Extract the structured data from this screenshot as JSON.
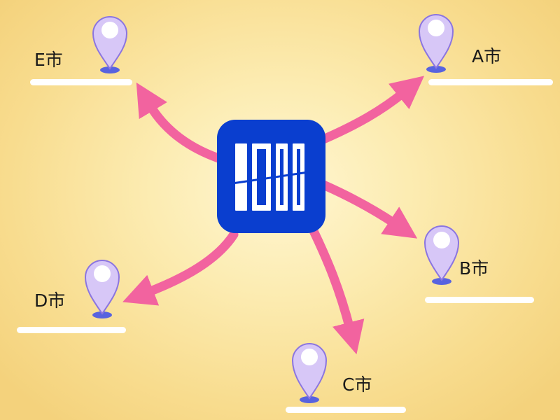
{
  "center": {
    "icon": "cash-register-icon",
    "colors": {
      "tile": "#0a3ecf",
      "strokes": "#ffffff"
    }
  },
  "cities": [
    {
      "id": "a",
      "label": "A市"
    },
    {
      "id": "b",
      "label": "B市"
    },
    {
      "id": "c",
      "label": "C市"
    },
    {
      "id": "d",
      "label": "D市"
    },
    {
      "id": "e",
      "label": "E市"
    }
  ],
  "colors": {
    "arrow": "#f2639f",
    "pin_fill": "#d7c7f7",
    "pin_stroke": "#8b75e0",
    "pin_base": "#5863df",
    "platform": "#ffffff"
  }
}
